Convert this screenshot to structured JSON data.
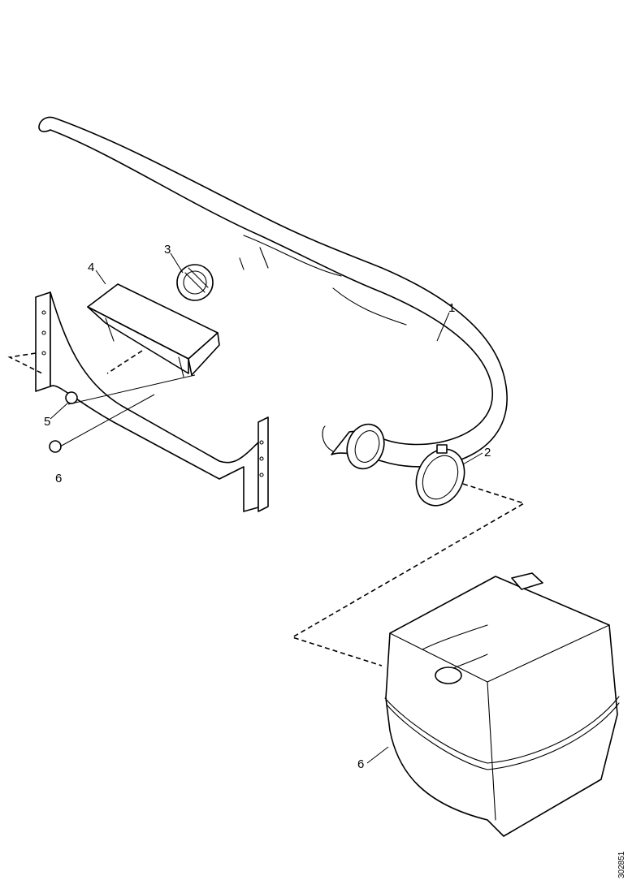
{
  "callouts": {
    "hose": "1",
    "clamp_large": "2",
    "clamp_small": "3",
    "bracket": "4",
    "bolt": "5",
    "nut": "6",
    "tank": "6"
  },
  "reference_number": "302851",
  "colors": {
    "line": "#000000",
    "background": "#ffffff"
  }
}
